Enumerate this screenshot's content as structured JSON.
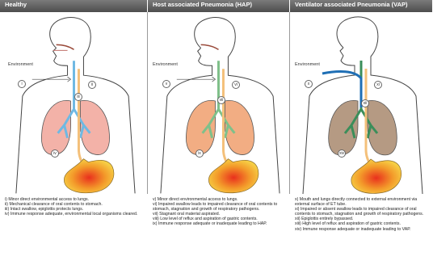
{
  "panels": [
    {
      "title": "Healthy",
      "environment_label": "Environment",
      "notes": [
        "i) Minor direct environmental access to lungs.",
        "ii) Mechanical clearance of oral contents to stomach.",
        "iii) Intact swallow, epiglottis protects lungs.",
        "iv) Immune response adequate, environmental local organisms cleared."
      ],
      "markers": {
        "m1": "i",
        "m2": "ii",
        "m3": "iii",
        "m4": "iv"
      },
      "colors": {
        "lung": "#f3b2a8",
        "airway": "#6fb9e3"
      }
    },
    {
      "title": "Host associated Pneumonia (HAP)",
      "environment_label": "Environment",
      "notes": [
        "v) Minor direct environmental access to lungs.",
        "vi) Impaired swallow leads to impaired clearance of oral contents to stomach, stagnation and growth of respiratory pathogens.",
        "vii) Stagnant oral material aspirated.",
        "viii) Low level of reflux and aspiration of gastric contents.",
        "ix) Immune response adequate or inadequate leading to HAP."
      ],
      "markers": {
        "m1": "v",
        "m2": "vi",
        "m3": "vii",
        "m4": "ix"
      },
      "colors": {
        "lung": "#f2ad83",
        "airway": "#7fc08a"
      }
    },
    {
      "title": "Ventilator associated Pneumonia (VAP)",
      "environment_label": "Environment",
      "notes": [
        "x) Mouth and lungs directly connected to external environment via external surface of ET tube.",
        "xi) Impaired or absent swallow leads to impaired clearance of oral contents to stomach, stagnation and growth of respiratory pathogens.",
        "xii) Epiglottis entirely bypassed.",
        "xiii) High level of reflux and aspiration of gastric contents.",
        "xiv) Immune response adequate or inadequate leading to VAP."
      ],
      "markers": {
        "m1": "x",
        "m2": "xi",
        "m3": "xii",
        "m4": "xiv"
      },
      "colors": {
        "lung": "#b59a83",
        "airway": "#3b8e5a"
      }
    }
  ]
}
